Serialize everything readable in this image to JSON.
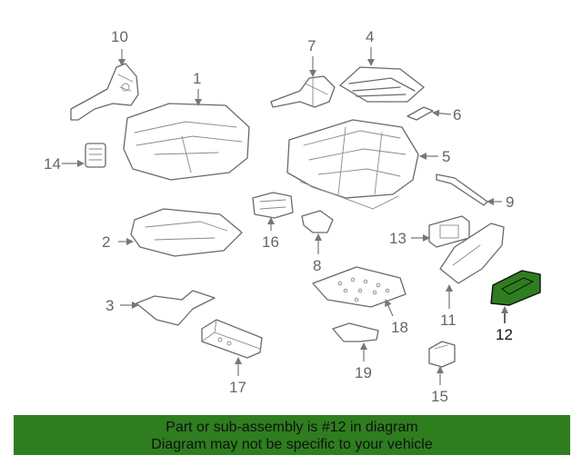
{
  "diagram": {
    "highlight_color": "#2e7d1f",
    "callouts": [
      {
        "id": "1",
        "label": "1"
      },
      {
        "id": "2",
        "label": "2"
      },
      {
        "id": "3",
        "label": "3"
      },
      {
        "id": "4",
        "label": "4"
      },
      {
        "id": "5",
        "label": "5"
      },
      {
        "id": "6",
        "label": "6"
      },
      {
        "id": "7",
        "label": "7"
      },
      {
        "id": "8",
        "label": "8"
      },
      {
        "id": "9",
        "label": "9"
      },
      {
        "id": "10",
        "label": "10"
      },
      {
        "id": "11",
        "label": "11"
      },
      {
        "id": "12",
        "label": "12",
        "highlighted": true
      },
      {
        "id": "13",
        "label": "13"
      },
      {
        "id": "14",
        "label": "14"
      },
      {
        "id": "15",
        "label": "15"
      },
      {
        "id": "16",
        "label": "16"
      },
      {
        "id": "17",
        "label": "17"
      },
      {
        "id": "18",
        "label": "18"
      },
      {
        "id": "19",
        "label": "19"
      }
    ]
  },
  "banner": {
    "line1": "Part or sub-assembly is #12 in diagram",
    "line2": "Diagram may not be specific to your vehicle",
    "color": "#2e7d1f"
  }
}
